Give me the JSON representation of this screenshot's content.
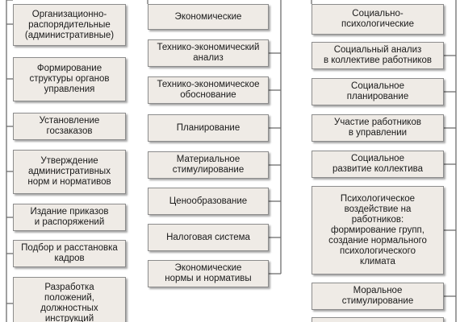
{
  "colors": {
    "box_fill": "#efebe6",
    "box_border": "#8c8c8c",
    "connector": "#6e6e6e"
  },
  "columns": [
    {
      "id": "administrative",
      "items": [
        "Организационно-\nраспорядительные\n(административные)",
        "Формирование\nструктуры органов\nуправления",
        "Установление\nгосзаказов",
        "Утверждение\nадминистративных\nнорм и нормативов",
        "Издание приказов\nи распоряжений",
        "Подбор и расстановка\nкадров",
        "Разработка\nположений,\nдолжностных\nинструкций"
      ]
    },
    {
      "id": "economic",
      "items": [
        "Экономические",
        "Технико-экономический\nанализ",
        "Технико-экономическое\nобоснование",
        "Планирование",
        "Материальное\nстимулирование",
        "Ценообразование",
        "Налоговая система",
        "Экономические\nнормы и нормативы"
      ]
    },
    {
      "id": "social-psychological",
      "items": [
        "Социально-\nпсихологические",
        "Социальный анализ\nв коллективе работников",
        "Социальное\nпланирование",
        "Участие работников\nв управлении",
        "Социальное\nразвитие коллектива",
        "Психологическое\nвоздействие на\nработников:\nформирование групп,\nсоздание нормального\nпсихологического\nклимата",
        "Моральное\nстимулирование",
        ""
      ]
    }
  ]
}
